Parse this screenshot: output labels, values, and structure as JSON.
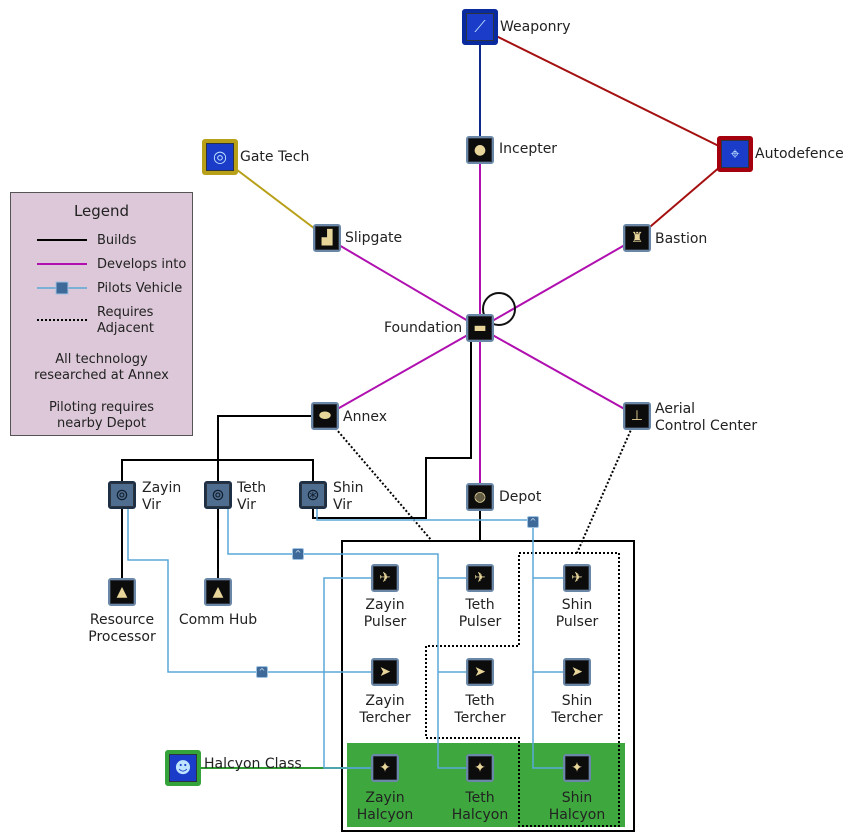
{
  "legend": {
    "title": "Legend",
    "builds": "Builds",
    "develops": "Develops into",
    "pilots": "Pilots Vehicle",
    "requires": "Requires\nAdjacent",
    "note1": "All technology\nresearched at Annex",
    "note2": "Piloting requires\nnearby Depot"
  },
  "nodes": {
    "weaponry": "Weaponry",
    "gatetech": "Gate Tech",
    "incepter": "Incepter",
    "autodefence": "Autodefence",
    "slipgate": "Slipgate",
    "bastion": "Bastion",
    "foundation": "Foundation",
    "annex": "Annex",
    "aerial": "Aerial\nControl Center",
    "zayinvir": "Zayin\nVir",
    "tethvir": "Teth\nVir",
    "shinvir": "Shin\nVir",
    "depot": "Depot",
    "resource": "Resource\nProcessor",
    "commhub": "Comm Hub",
    "zayinpulser": "Zayin\nPulser",
    "tethpulser": "Teth\nPulser",
    "shinpulser": "Shin\nPulser",
    "zayintercher": "Zayin\nTercher",
    "tethtercher": "Teth\nTercher",
    "shintercher": "Shin\nTercher",
    "halcyonclass": "Halcyon Class",
    "zayinhalcyon": "Zayin\nHalcyon",
    "tethhalcyon": "Teth\nHalcyon",
    "shinhalcyon": "Shin\nHalcyon"
  },
  "colors": {
    "builds": "#000000",
    "develops": "#b010b0",
    "pilots": "#5aa7d8",
    "weaponry_line": "#102a8a",
    "autodefence_line": "#a51010",
    "gatetech_line": "#b8a018",
    "halcyon_line": "#2e9a2e",
    "halcyon_area": "#3ea83e"
  },
  "icons": {
    "weaponry": "weapon-tech-icon",
    "gatetech": "gate-tech-icon",
    "autodefence": "autodefence-tech-icon",
    "halcyonclass": "halcyon-tech-icon"
  }
}
